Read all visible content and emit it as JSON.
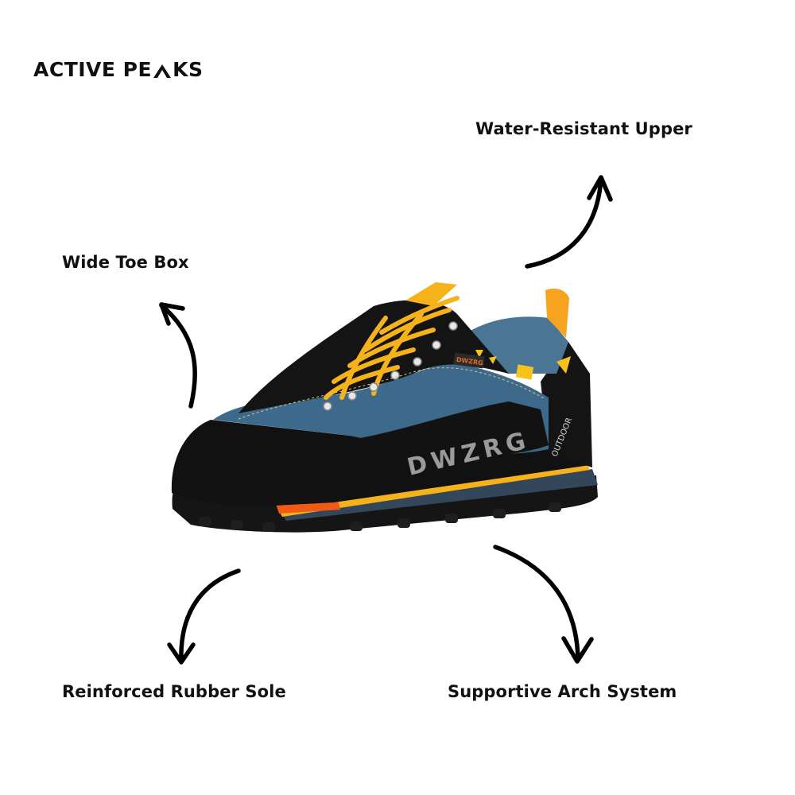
{
  "brand": {
    "name_part1": "ACTIVE PE",
    "name_part2": "KS",
    "full_name": "ACTIVE PEAKS",
    "peak_glyph": "mountain-peak-icon"
  },
  "features": [
    {
      "id": "water",
      "label": "Water-Resistant Upper",
      "arrow_direction": "up-right"
    },
    {
      "id": "toe",
      "label": "Wide Toe Box",
      "arrow_direction": "up-left"
    },
    {
      "id": "sole",
      "label": "Reinforced Rubber Sole",
      "arrow_direction": "down"
    },
    {
      "id": "arch",
      "label": "Supportive Arch System",
      "arrow_direction": "down"
    }
  ],
  "product": {
    "brand_print_side": "DWZRG",
    "brand_tag_tongue": "DWZRG",
    "heel_text": "OUTDOOR",
    "colors": {
      "suede_blue": "#3d6a8a",
      "mesh_blue": "#4a7595",
      "black": "#111111",
      "lace_yellow": "#f6b21b",
      "accent_orange": "#f05a14",
      "print_gray": "#9a9a9a"
    }
  }
}
